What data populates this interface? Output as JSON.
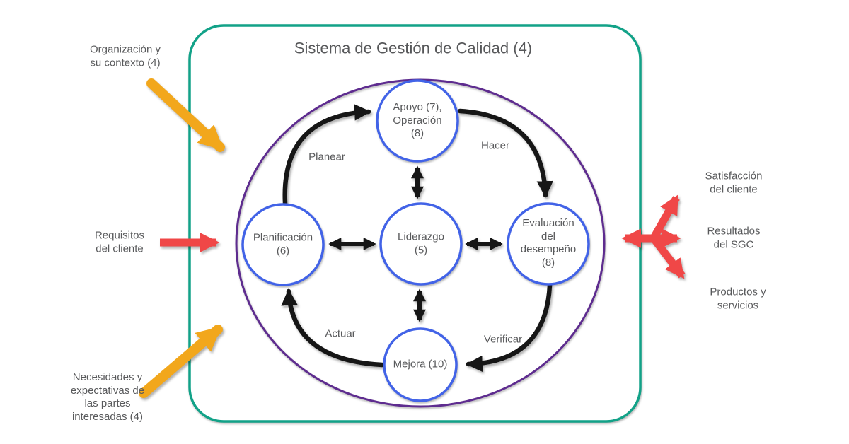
{
  "title": "Sistema de Gestión de Calidad (4)",
  "colors": {
    "frame_green": "#12a288",
    "ellipse_purple": "#5e2c8f",
    "node_blue": "#4263e7",
    "arrow_black": "#161616",
    "arrow_orange": "#f2a71c",
    "arrow_red": "#f04747",
    "text_gray": "#58595b",
    "node_fill": "#ffffff"
  },
  "nodes": {
    "apoyo": {
      "label": "Apoyo (7),\nOperación\n(8)"
    },
    "planificacion": {
      "label": "Planificación\n(6)"
    },
    "liderazgo": {
      "label": "Liderazgo\n(5)"
    },
    "evaluacion": {
      "label": "Evaluación\ndel\ndesempeño\n(8)"
    },
    "mejora": {
      "label": "Mejora (10)"
    }
  },
  "cycle": {
    "planear": "Planear",
    "hacer": "Hacer",
    "verificar": "Verificar",
    "actuar": "Actuar"
  },
  "inputs": [
    {
      "label": "Organización y\nsu contexto (4)"
    },
    {
      "label": "Requisitos\ndel cliente"
    },
    {
      "label": "Necesidades y\nexpectativas de\nlas partes\ninteresadas (4)"
    }
  ],
  "outputs": [
    {
      "label": "Satisfacción\ndel cliente"
    },
    {
      "label": "Resultados\ndel SGC"
    },
    {
      "label": "Productos y\nservicios"
    }
  ]
}
